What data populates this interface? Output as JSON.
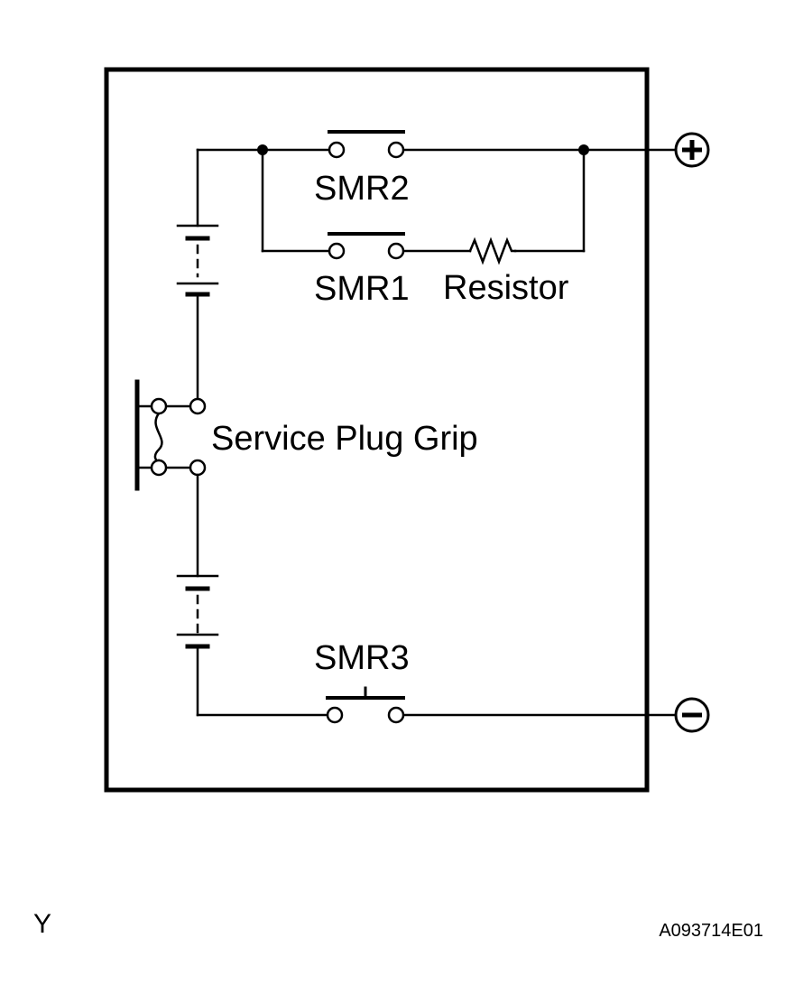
{
  "diagram": {
    "labels": {
      "smr2": "SMR2",
      "smr1": "SMR1",
      "resistor": "Resistor",
      "service_plug": "Service Plug Grip",
      "smr3": "SMR3"
    },
    "terminals": {
      "positive_symbol": "+",
      "negative_symbol": "−"
    },
    "corner_letter": "Y",
    "figure_code": "A093714E01"
  }
}
